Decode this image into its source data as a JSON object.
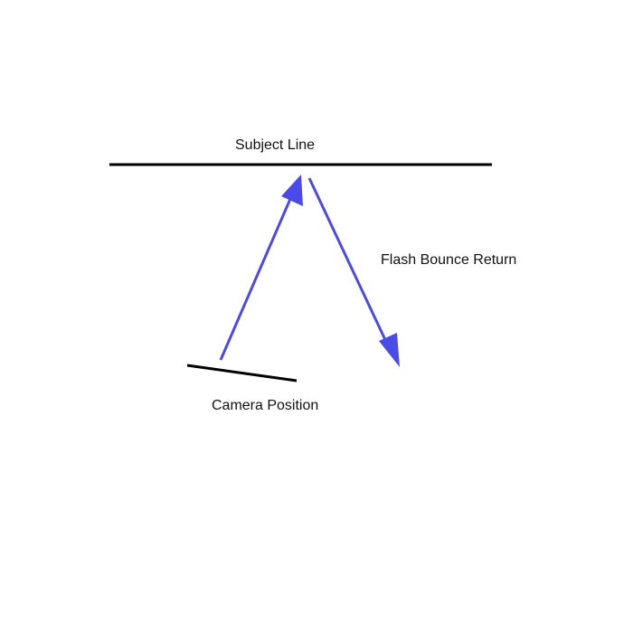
{
  "labels": {
    "subject_line": "Subject Line",
    "flash_bounce_return": "Flash Bounce Return",
    "camera_position": "Camera Position"
  },
  "colors": {
    "line": "#000000",
    "arrow": "#4a4ae8",
    "text": "#111111",
    "background": "#ffffff"
  }
}
